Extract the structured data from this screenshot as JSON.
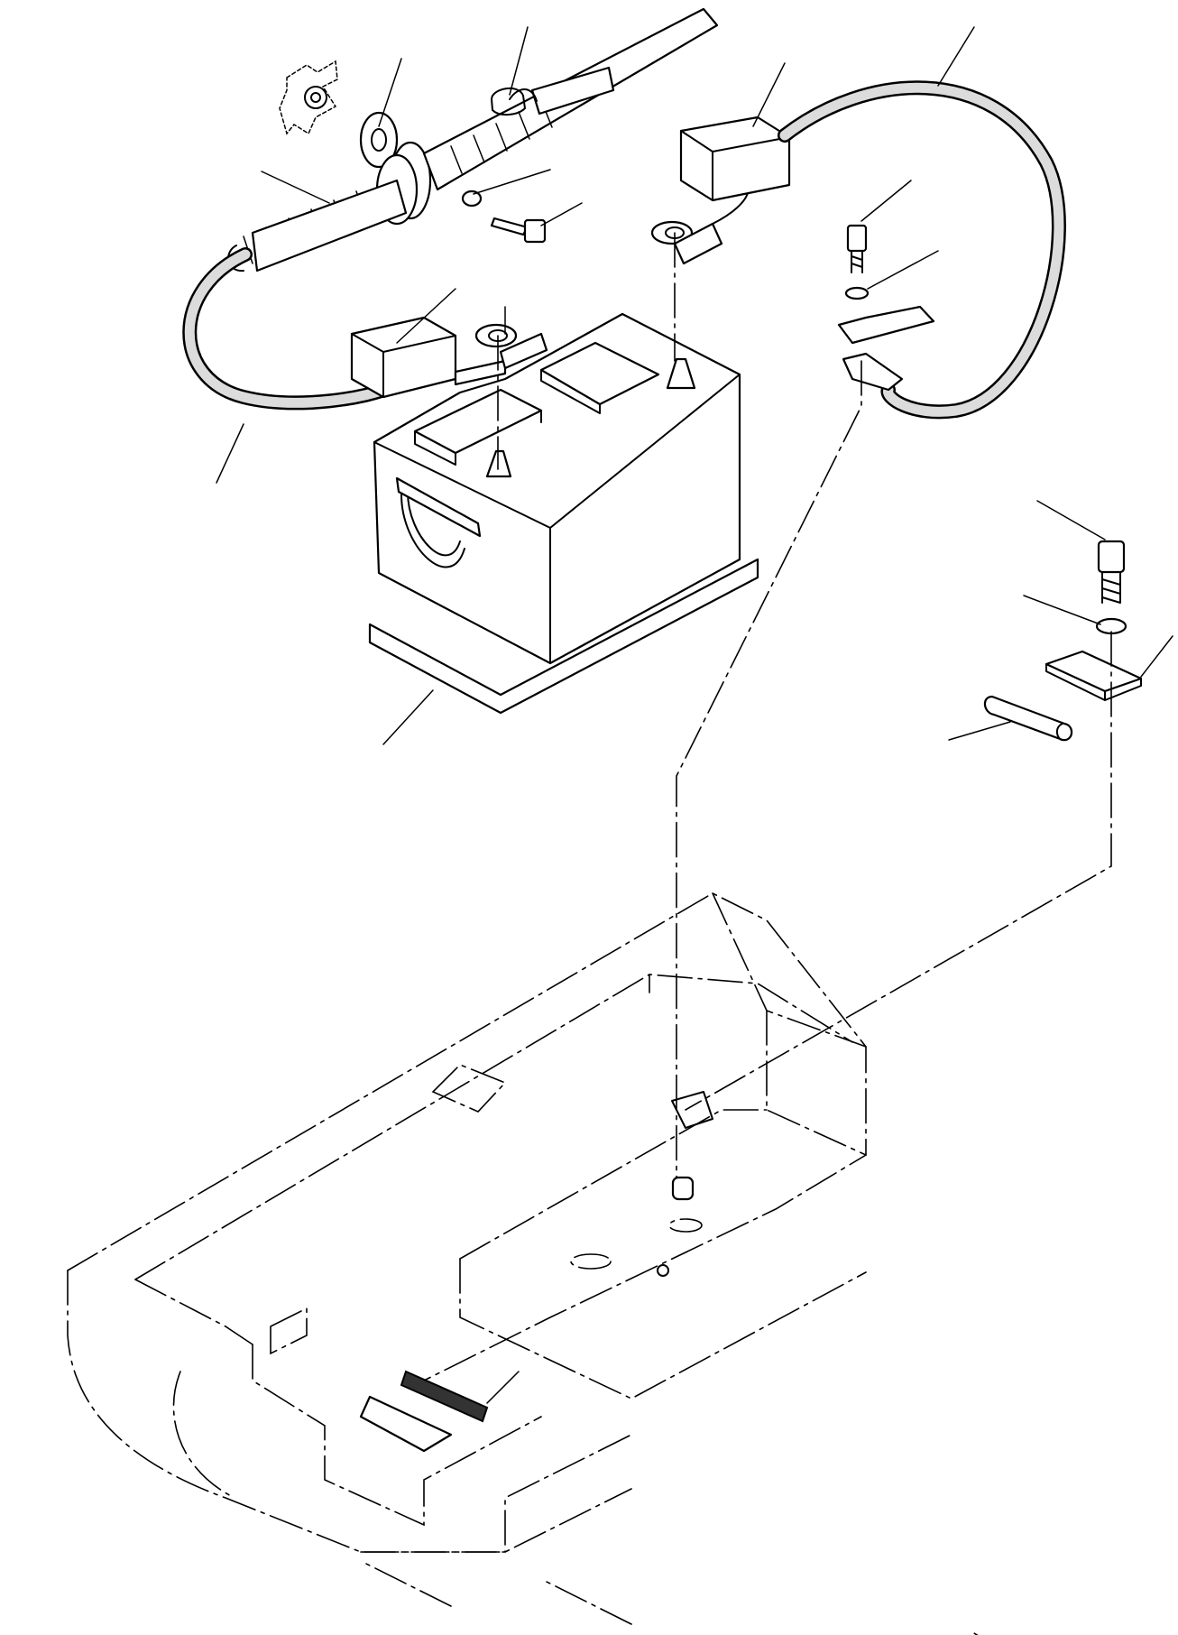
{
  "diagram": {
    "colors": {
      "line": "#000000",
      "background": "#ffffff",
      "cable_fill": "#dcdcdc"
    },
    "parts": [
      {
        "name": "negative-ground-cable",
        "kind": "cable"
      },
      {
        "name": "cable-grommet",
        "kind": "grommet"
      },
      {
        "name": "cable-clamp",
        "kind": "clamp"
      },
      {
        "name": "washer",
        "kind": "washer"
      },
      {
        "name": "bolt",
        "kind": "bolt"
      },
      {
        "name": "terminal-cover-left",
        "kind": "cover"
      },
      {
        "name": "terminal-cover-right",
        "kind": "cover"
      },
      {
        "name": "positive-cable",
        "kind": "cable"
      },
      {
        "name": "battery",
        "kind": "battery"
      },
      {
        "name": "battery-tray-pad",
        "kind": "pad"
      },
      {
        "name": "hold-down-bolt",
        "kind": "bolt"
      },
      {
        "name": "hold-down-washer",
        "kind": "washer"
      },
      {
        "name": "hold-down-plate",
        "kind": "plate"
      },
      {
        "name": "rubber-pad",
        "kind": "pad"
      },
      {
        "name": "battery-box",
        "kind": "frame"
      },
      {
        "name": "box-rubber-strip",
        "kind": "pad"
      }
    ]
  }
}
